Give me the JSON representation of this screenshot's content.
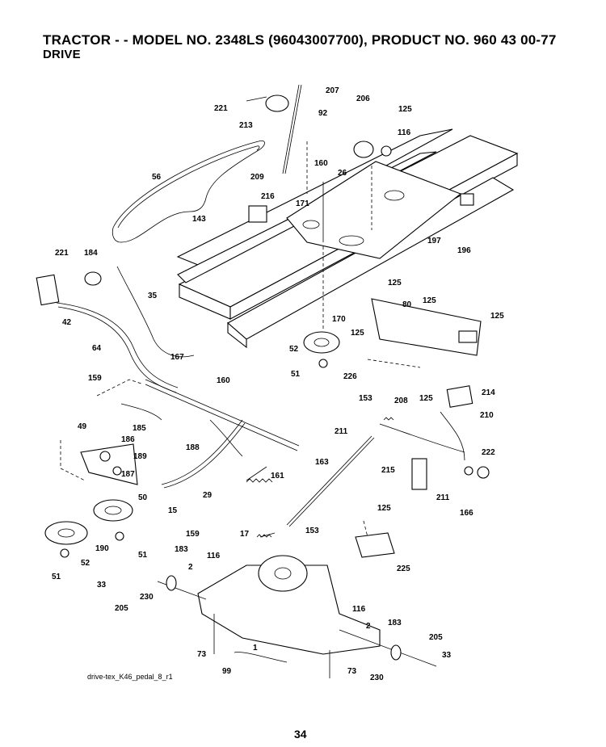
{
  "header": {
    "title": "TRACTOR -  - MODEL NO. 2348LS (96043007700), PRODUCT NO. 960 43 00-77",
    "subtitle": "DRIVE"
  },
  "diagram": {
    "part_labels": [
      "221",
      "213",
      "92",
      "207",
      "206",
      "125",
      "116",
      "160",
      "26",
      "209",
      "56",
      "171",
      "216",
      "143",
      "197",
      "196",
      "221",
      "184",
      "35",
      "42",
      "125",
      "80",
      "125",
      "125",
      "170",
      "125",
      "52",
      "51",
      "226",
      "64",
      "167",
      "160",
      "159",
      "185",
      "49",
      "186",
      "189",
      "187",
      "188",
      "161",
      "29",
      "153",
      "208",
      "125",
      "214",
      "211",
      "210",
      "163",
      "222",
      "215",
      "211",
      "166",
      "50",
      "15",
      "159",
      "125",
      "17",
      "153",
      "225",
      "190",
      "52",
      "51",
      "51",
      "183",
      "116",
      "2",
      "33",
      "205",
      "230",
      "116",
      "2",
      "183",
      "205",
      "73",
      "99",
      "1",
      "73",
      "230",
      "33"
    ],
    "file_code": "drive-tex_K46_pedal_8_r1"
  },
  "footer": {
    "page_number": "34"
  },
  "colors": {
    "ink": "#000000",
    "paper": "#ffffff"
  }
}
